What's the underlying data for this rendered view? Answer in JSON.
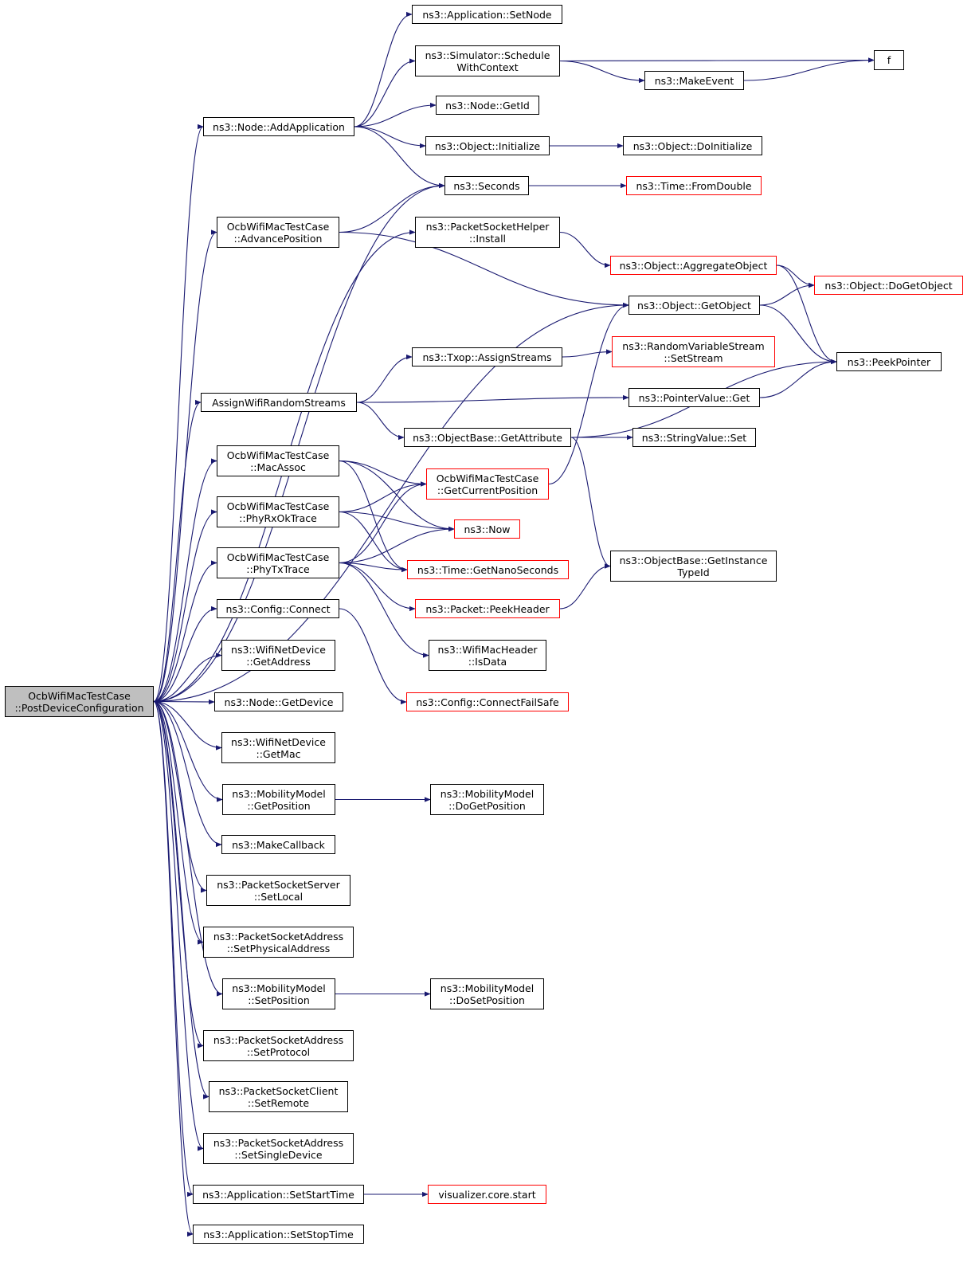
{
  "graph": {
    "root": "OcbWifiMacTestCase\n::PostDeviceConfiguration",
    "colors": {
      "edge": "#191970",
      "border_normal": "#000000",
      "border_truncated": "#ff0000",
      "root_fill": "#bfbfbf"
    },
    "nodes": [
      {
        "id": "setnode",
        "label": "ns3::Application::SetNode",
        "truncated": false
      },
      {
        "id": "schedule",
        "label": "ns3::Simulator::Schedule\nWithContext",
        "truncated": false
      },
      {
        "id": "f",
        "label": "f",
        "truncated": false
      },
      {
        "id": "makeevent",
        "label": "ns3::MakeEvent",
        "truncated": false
      },
      {
        "id": "getid",
        "label": "ns3::Node::GetId",
        "truncated": false
      },
      {
        "id": "addapp",
        "label": "ns3::Node::AddApplication",
        "truncated": false
      },
      {
        "id": "initialize",
        "label": "ns3::Object::Initialize",
        "truncated": false
      },
      {
        "id": "doinitialize",
        "label": "ns3::Object::DoInitialize",
        "truncated": false
      },
      {
        "id": "seconds",
        "label": "ns3::Seconds",
        "truncated": false
      },
      {
        "id": "fromdouble",
        "label": "ns3::Time::FromDouble",
        "truncated": true
      },
      {
        "id": "advance",
        "label": "OcbWifiMacTestCase\n::AdvancePosition",
        "truncated": false
      },
      {
        "id": "pshinstall",
        "label": "ns3::PacketSocketHelper\n::Install",
        "truncated": false
      },
      {
        "id": "aggregate",
        "label": "ns3::Object::AggregateObject",
        "truncated": true
      },
      {
        "id": "dogetobject",
        "label": "ns3::Object::DoGetObject",
        "truncated": true
      },
      {
        "id": "getobject",
        "label": "ns3::Object::GetObject",
        "truncated": false
      },
      {
        "id": "txopassign",
        "label": "ns3::Txop::AssignStreams",
        "truncated": false
      },
      {
        "id": "rvsset",
        "label": "ns3::RandomVariableStream\n::SetStream",
        "truncated": true
      },
      {
        "id": "peekpointer",
        "label": "ns3::PeekPointer",
        "truncated": false
      },
      {
        "id": "assignwifi",
        "label": "AssignWifiRandomStreams",
        "truncated": false
      },
      {
        "id": "pointerget",
        "label": "ns3::PointerValue::Get",
        "truncated": false
      },
      {
        "id": "getattr",
        "label": "ns3::ObjectBase::GetAttribute",
        "truncated": false
      },
      {
        "id": "stringset",
        "label": "ns3::StringValue::Set",
        "truncated": false
      },
      {
        "id": "macassoc",
        "label": "OcbWifiMacTestCase\n::MacAssoc",
        "truncated": false
      },
      {
        "id": "getcurpos",
        "label": "OcbWifiMacTestCase\n::GetCurrentPosition",
        "truncated": true
      },
      {
        "id": "phyrxok",
        "label": "OcbWifiMacTestCase\n::PhyRxOkTrace",
        "truncated": false
      },
      {
        "id": "now",
        "label": "ns3::Now",
        "truncated": true
      },
      {
        "id": "phytx",
        "label": "OcbWifiMacTestCase\n::PhyTxTrace",
        "truncated": false
      },
      {
        "id": "getnano",
        "label": "ns3::Time::GetNanoSeconds",
        "truncated": true
      },
      {
        "id": "getinstance",
        "label": "ns3::ObjectBase::GetInstance\nTypeId",
        "truncated": false
      },
      {
        "id": "peekheader",
        "label": "ns3::Packet::PeekHeader",
        "truncated": true
      },
      {
        "id": "connect",
        "label": "ns3::Config::Connect",
        "truncated": false
      },
      {
        "id": "isdata",
        "label": "ns3::WifiMacHeader\n::IsData",
        "truncated": false
      },
      {
        "id": "getaddress",
        "label": "ns3::WifiNetDevice\n::GetAddress",
        "truncated": false
      },
      {
        "id": "connectfs",
        "label": "ns3::Config::ConnectFailSafe",
        "truncated": true
      },
      {
        "id": "root",
        "label": "OcbWifiMacTestCase\n::PostDeviceConfiguration",
        "truncated": false
      },
      {
        "id": "getdevice",
        "label": "ns3::Node::GetDevice",
        "truncated": false
      },
      {
        "id": "getmac",
        "label": "ns3::WifiNetDevice\n::GetMac",
        "truncated": false
      },
      {
        "id": "mmgetpos",
        "label": "ns3::MobilityModel\n::GetPosition",
        "truncated": false
      },
      {
        "id": "mmdogetpos",
        "label": "ns3::MobilityModel\n::DoGetPosition",
        "truncated": false
      },
      {
        "id": "makecb",
        "label": "ns3::MakeCallback",
        "truncated": false
      },
      {
        "id": "pssetlocal",
        "label": "ns3::PacketSocketServer\n::SetLocal",
        "truncated": false
      },
      {
        "id": "psasetphys",
        "label": "ns3::PacketSocketAddress\n::SetPhysicalAddress",
        "truncated": false
      },
      {
        "id": "mmsetpos",
        "label": "ns3::MobilityModel\n::SetPosition",
        "truncated": false
      },
      {
        "id": "mmdosetpos",
        "label": "ns3::MobilityModel\n::DoSetPosition",
        "truncated": false
      },
      {
        "id": "psasetproto",
        "label": "ns3::PacketSocketAddress\n::SetProtocol",
        "truncated": false
      },
      {
        "id": "pscsetremote",
        "label": "ns3::PacketSocketClient\n::SetRemote",
        "truncated": false
      },
      {
        "id": "psasetsingle",
        "label": "ns3::PacketSocketAddress\n::SetSingleDevice",
        "truncated": false
      },
      {
        "id": "setstart",
        "label": "ns3::Application::SetStartTime",
        "truncated": false
      },
      {
        "id": "vizstart",
        "label": "visualizer.core.start",
        "truncated": true
      },
      {
        "id": "setstop",
        "label": "ns3::Application::SetStopTime",
        "truncated": false
      }
    ],
    "edges": [
      [
        "root",
        "addapp"
      ],
      [
        "root",
        "seconds"
      ],
      [
        "root",
        "advance"
      ],
      [
        "root",
        "pshinstall"
      ],
      [
        "root",
        "getobject"
      ],
      [
        "root",
        "assignwifi"
      ],
      [
        "root",
        "macassoc"
      ],
      [
        "root",
        "phyrxok"
      ],
      [
        "root",
        "phytx"
      ],
      [
        "root",
        "connect"
      ],
      [
        "root",
        "getaddress"
      ],
      [
        "root",
        "getdevice"
      ],
      [
        "root",
        "getmac"
      ],
      [
        "root",
        "mmgetpos"
      ],
      [
        "root",
        "makecb"
      ],
      [
        "root",
        "pssetlocal"
      ],
      [
        "root",
        "psasetphys"
      ],
      [
        "root",
        "mmsetpos"
      ],
      [
        "root",
        "psasetproto"
      ],
      [
        "root",
        "pscsetremote"
      ],
      [
        "root",
        "psasetsingle"
      ],
      [
        "root",
        "setstart"
      ],
      [
        "root",
        "setstop"
      ],
      [
        "addapp",
        "setnode"
      ],
      [
        "addapp",
        "schedule"
      ],
      [
        "addapp",
        "getid"
      ],
      [
        "addapp",
        "initialize"
      ],
      [
        "addapp",
        "seconds"
      ],
      [
        "schedule",
        "f"
      ],
      [
        "schedule",
        "makeevent"
      ],
      [
        "makeevent",
        "f"
      ],
      [
        "initialize",
        "doinitialize"
      ],
      [
        "seconds",
        "fromdouble"
      ],
      [
        "advance",
        "seconds"
      ],
      [
        "advance",
        "getobject"
      ],
      [
        "pshinstall",
        "aggregate"
      ],
      [
        "aggregate",
        "dogetobject"
      ],
      [
        "aggregate",
        "peekpointer"
      ],
      [
        "getobject",
        "dogetobject"
      ],
      [
        "getobject",
        "peekpointer"
      ],
      [
        "assignwifi",
        "txopassign"
      ],
      [
        "assignwifi",
        "pointerget"
      ],
      [
        "assignwifi",
        "getattr"
      ],
      [
        "txopassign",
        "rvsset"
      ],
      [
        "pointerget",
        "peekpointer"
      ],
      [
        "getattr",
        "stringset"
      ],
      [
        "getattr",
        "getinstance"
      ],
      [
        "getattr",
        "peekpointer"
      ],
      [
        "macassoc",
        "getcurpos"
      ],
      [
        "macassoc",
        "now"
      ],
      [
        "macassoc",
        "getnano"
      ],
      [
        "getcurpos",
        "getobject"
      ],
      [
        "phyrxok",
        "getcurpos"
      ],
      [
        "phyrxok",
        "now"
      ],
      [
        "phyrxok",
        "getnano"
      ],
      [
        "phytx",
        "getcurpos"
      ],
      [
        "phytx",
        "now"
      ],
      [
        "phytx",
        "getnano"
      ],
      [
        "phytx",
        "peekheader"
      ],
      [
        "phytx",
        "isdata"
      ],
      [
        "peekheader",
        "getinstance"
      ],
      [
        "connect",
        "connectfs"
      ],
      [
        "mmgetpos",
        "mmdogetpos"
      ],
      [
        "mmsetpos",
        "mmdosetpos"
      ],
      [
        "setstart",
        "vizstart"
      ]
    ]
  }
}
